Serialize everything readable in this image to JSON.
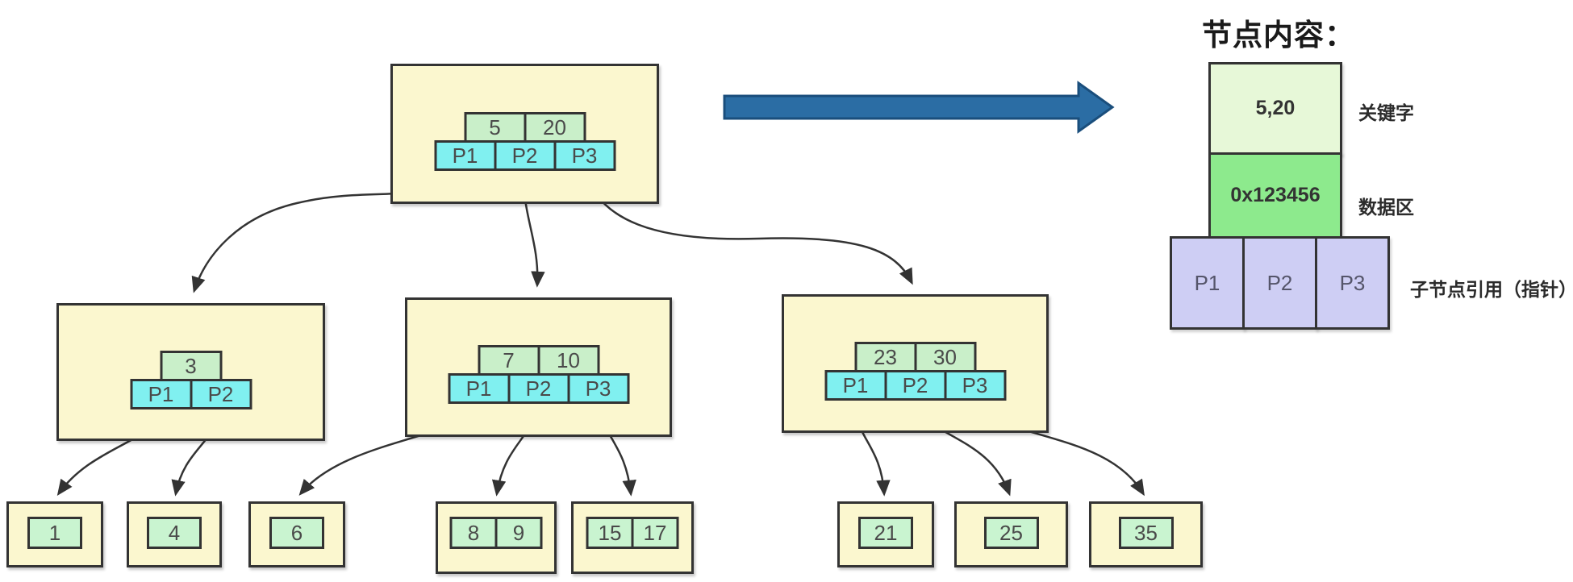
{
  "colors": {
    "node_fill": "#FBF7CF",
    "key_cell_fill": "#C9EFC9",
    "pointer_cell_fill": "#80F0F0",
    "leaf_cell_fill": "#C9F4D0",
    "legend_key_fill": "#E7F8D8",
    "legend_data_fill": "#8DEA8D",
    "legend_pointer_fill": "#CECEF4",
    "big_arrow_fill": "#2B6DA4",
    "line_color": "#333333"
  },
  "root": {
    "keys": [
      "5",
      "20"
    ],
    "pointers": [
      "P1",
      "P2",
      "P3"
    ]
  },
  "internal_nodes": [
    {
      "keys": [
        "3"
      ],
      "pointers": [
        "P1",
        "P2"
      ]
    },
    {
      "keys": [
        "7",
        "10"
      ],
      "pointers": [
        "P1",
        "P2",
        "P3"
      ]
    },
    {
      "keys": [
        "23",
        "30"
      ],
      "pointers": [
        "P1",
        "P2",
        "P3"
      ]
    }
  ],
  "leaf_nodes": [
    {
      "keys": [
        "1"
      ]
    },
    {
      "keys": [
        "4"
      ]
    },
    {
      "keys": [
        "6"
      ]
    },
    {
      "keys": [
        "8",
        "9"
      ]
    },
    {
      "keys": [
        "15",
        "17"
      ]
    },
    {
      "keys": [
        "21"
      ]
    },
    {
      "keys": [
        "25"
      ]
    },
    {
      "keys": [
        "35"
      ]
    }
  ],
  "legend": {
    "title": "节点内容：",
    "key_value": "5,20",
    "key_label": "关键字",
    "data_value": "0x123456",
    "data_label": "数据区",
    "pointer_values": [
      "P1",
      "P2",
      "P3"
    ],
    "pointer_label": "子节点引用（指针）"
  }
}
